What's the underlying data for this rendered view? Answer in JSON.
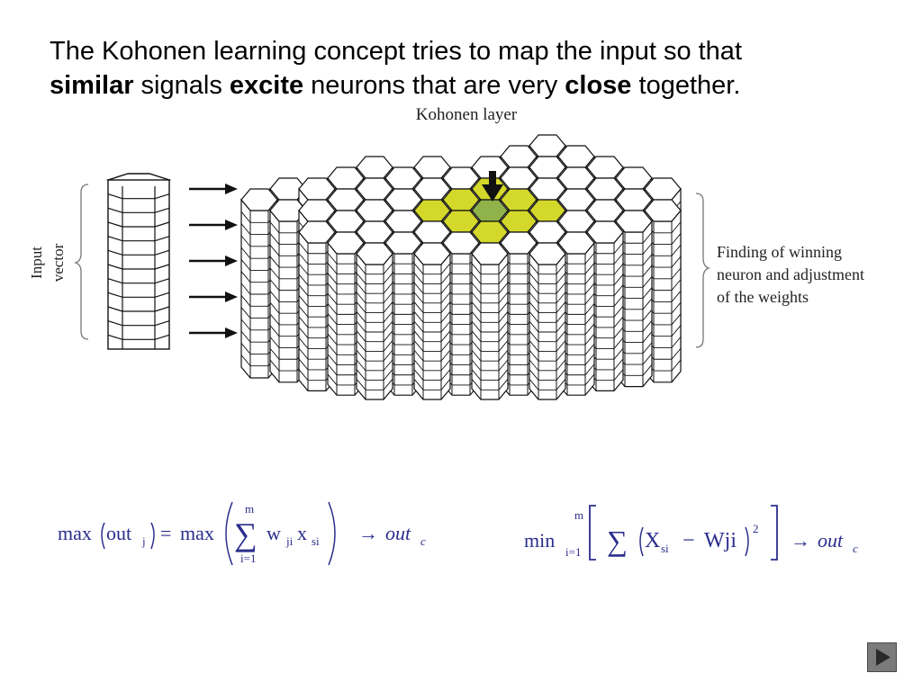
{
  "heading": {
    "part1": "The Kohonen learning concept tries to map the input so that",
    "word_similar": "similar",
    "part2": " signals ",
    "word_excite": "excite",
    "part3": " neurons that are very ",
    "word_close": "close",
    "part4": " together."
  },
  "diagram": {
    "layer_title": "Kohonen layer",
    "input_label_line1": "Input",
    "input_label_line2": "vector",
    "right_label_line1": "Finding of winning",
    "right_label_line2": "neuron and adjustment",
    "right_label_line3": "of the weights",
    "winner_color": "#8fb24a",
    "neighbor_color": "#d4d82a"
  },
  "formula_left": {
    "max1": "max",
    "out": "out",
    "sub_j": "j",
    "equals": "=",
    "max2": "max",
    "sum_upper": "m",
    "sum_lower": "i=1",
    "w": "w",
    "sub_ji": "ji",
    "x": "x",
    "sub_si": "si",
    "arrow": "→",
    "out_c": "out",
    "sub_c": "c"
  },
  "formula_right": {
    "min": "min",
    "upper": "m",
    "lower": "i=1",
    "X": "X",
    "sub_si": "si",
    "minus": "−",
    "Wji": "Wji",
    "power": "2",
    "arrow": "→",
    "out_c": "out",
    "sub_c": "c"
  },
  "colors": {
    "formula": "#2b2e8c",
    "nav_button": "#7b7b7b"
  },
  "nav": {
    "next_icon": "play-triangle"
  }
}
